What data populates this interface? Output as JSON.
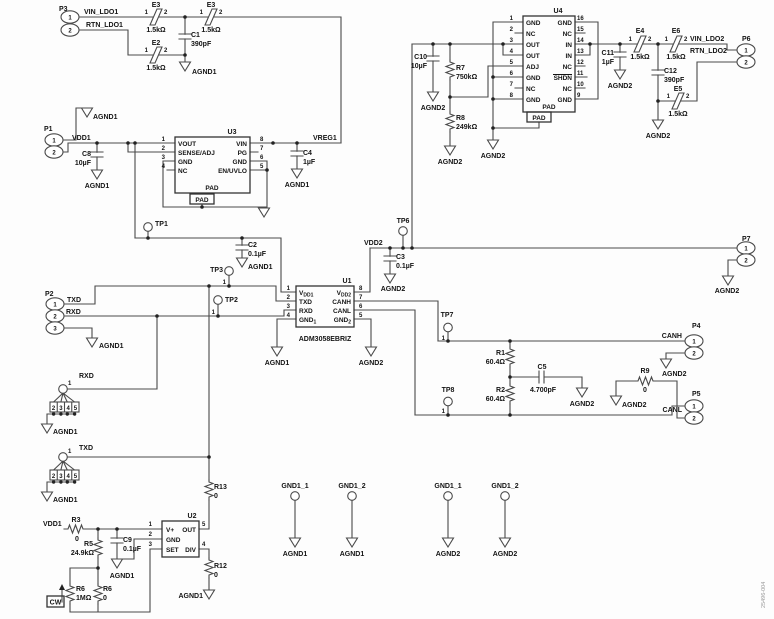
{
  "pins": {
    "n1": "1",
    "n2": "2",
    "n3": "3",
    "n4": "4",
    "n5": "5",
    "n6": "6",
    "n7": "7",
    "n8": "8",
    "n9": "9",
    "n10": "10",
    "n11": "11",
    "n12": "12",
    "n13": "13",
    "n14": "14",
    "n15": "15",
    "n16": "16"
  },
  "nets": {
    "vin_ldo1": "VIN_LDO1",
    "rtn_ldo1": "RTN_LDO1",
    "vin_ldo2": "VIN_LDO2",
    "rtn_ldo2": "RTN_LDO2",
    "vdd1": "VDD1",
    "vdd2": "VDD2",
    "vreg1": "VREG1",
    "canh": "CANH",
    "canl": "CANL",
    "txd": "TXD",
    "rxd": "RXD",
    "agnd1": "AGND1",
    "agnd2": "AGND2",
    "gnd1_1": "GND1_1",
    "gnd1_2": "GND1_2"
  },
  "parts": {
    "e3a": {
      "ref": "E3",
      "value": "1.5kΩ"
    },
    "e3b": {
      "ref": "E3",
      "value": "1.5kΩ"
    },
    "e2": {
      "ref": "E2",
      "value": "1.5kΩ"
    },
    "e4": {
      "ref": "E4",
      "value": "1.5kΩ"
    },
    "e5": {
      "ref": "E5",
      "value": "1.5kΩ"
    },
    "e6": {
      "ref": "E6",
      "value": "1.5kΩ"
    },
    "c1": {
      "ref": "C1",
      "value": "390pF"
    },
    "c2": {
      "ref": "C2",
      "value": "0.1µF"
    },
    "c3": {
      "ref": "C3",
      "value": "0.1µF"
    },
    "c4": {
      "ref": "C4",
      "value": "1µF"
    },
    "c5": {
      "ref": "C5",
      "value": "4.700pF"
    },
    "c8": {
      "ref": "C8",
      "value": "10µF"
    },
    "c9": {
      "ref": "C9",
      "value": "0.1µF"
    },
    "c10": {
      "ref": "C10",
      "value": "10µF"
    },
    "c11": {
      "ref": "C11",
      "value": "1µF"
    },
    "c12": {
      "ref": "C12",
      "value": "390pF"
    },
    "r1": {
      "ref": "R1",
      "value": "60.4Ω"
    },
    "r2": {
      "ref": "R2",
      "value": "60.4Ω"
    },
    "r3": {
      "ref": "R3",
      "value": "0"
    },
    "r5": {
      "ref": "R5",
      "value": "24.9kΩ"
    },
    "r6": {
      "ref": "R6",
      "value": "1MΩ"
    },
    "r6b": {
      "ref": "R6",
      "value": "0"
    },
    "r7": {
      "ref": "R7",
      "value": "750kΩ"
    },
    "r8": {
      "ref": "R8",
      "value": "249kΩ"
    },
    "r9": {
      "ref": "R9",
      "value": "0"
    },
    "r12": {
      "ref": "R12",
      "value": "0"
    },
    "r13": {
      "ref": "R13",
      "value": "0"
    }
  },
  "connectors": {
    "p1": "P1",
    "p2": "P2",
    "p3": "P3",
    "p4": "P4",
    "p5": "P5",
    "p6": "P6",
    "p7": "P7"
  },
  "testpoints": {
    "tp1": "TP1",
    "tp2": "TP2",
    "tp3": "TP3",
    "tp6": "TP6",
    "tp7": "TP7",
    "tp8": "TP8"
  },
  "u1": {
    "ref": "U1",
    "part": "ADM3058EBRIZ",
    "vdd1_main": "V",
    "vdd1_sub": "DD1",
    "txd": "TXD",
    "rxd": "RXD",
    "gnd1_main": "GND",
    "gnd1_sub": "1",
    "vdd2_main": "V",
    "vdd2_sub": "DD2",
    "canh": "CANH",
    "canl": "CANL",
    "gnd2_main": "GND",
    "gnd2_sub": "2"
  },
  "u2": {
    "ref": "U2",
    "vplus": "V+",
    "out": "OUT",
    "gnd": "GND",
    "set": "SET",
    "div": "DIV"
  },
  "u3": {
    "ref": "U3",
    "pad": "PAD",
    "left": [
      "VOUT",
      "SENSE/ADJ",
      "GND",
      "NC"
    ],
    "right": [
      "VIN",
      "PG",
      "GND",
      "EN/UVLO"
    ]
  },
  "u4": {
    "ref": "U4",
    "pad": "PAD",
    "left": [
      "GND",
      "NC",
      "OUT",
      "OUT",
      "ADJ",
      "GND",
      "NC",
      "GND"
    ],
    "right": [
      "GND",
      "NC",
      "IN",
      "IN",
      "NC",
      "SHDN",
      "NC",
      "GND"
    ]
  },
  "headers": {
    "rxd": "RXD",
    "txd": "TXD",
    "cells": [
      "2",
      "3",
      "4",
      "5"
    ]
  },
  "misc": {
    "cw": "CW",
    "fig": "25496-004"
  }
}
